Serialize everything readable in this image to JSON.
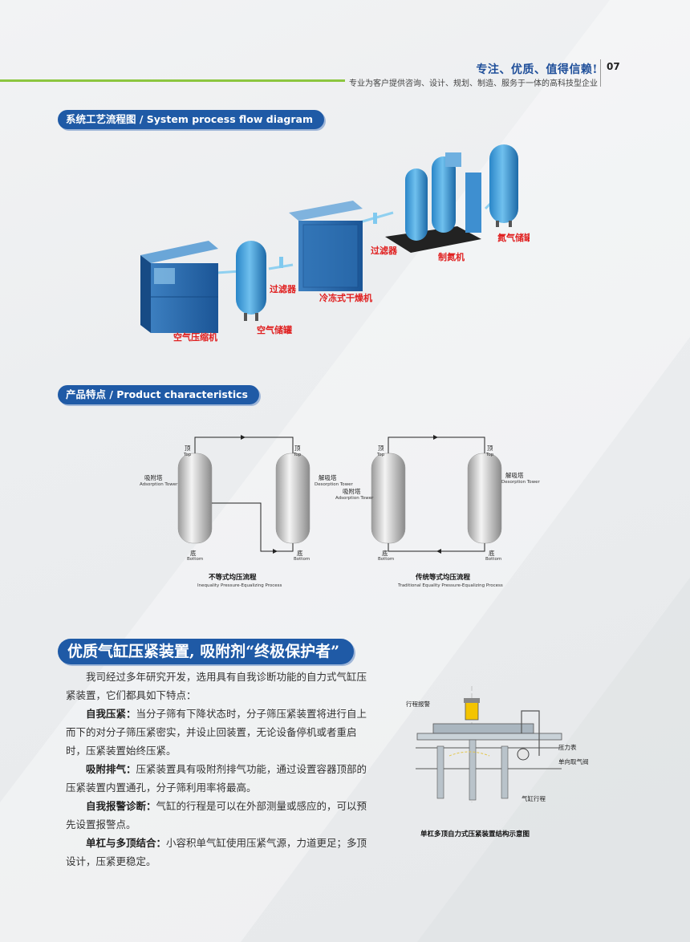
{
  "header": {
    "slogan": "专注、优质、值得信赖!",
    "subtitle": "专业为客户提供咨询、设计、规划、制造、服务于一体的高科技型企业",
    "page_number": "07"
  },
  "section1": {
    "title": "系统工艺流程图 / System process flow diagram",
    "labels": {
      "air_compressor": "空气压缩机",
      "air_tank": "空气储罐",
      "filter1": "过滤器",
      "dryer": "冷冻式干燥机",
      "filter2": "过滤器",
      "nitrogen_generator": "制氮机",
      "nitrogen_tank": "氮气储罐"
    }
  },
  "section2": {
    "title": "产品特点 / Product characteristics",
    "left": {
      "top1_cn": "顶",
      "top1_en": "Top",
      "top2_cn": "顶",
      "top2_en": "Top",
      "adsorption_cn": "吸附塔",
      "adsorption_en": "Adsorption Tower",
      "desorption_cn": "解吸塔",
      "desorption_en": "Desorption Tower",
      "bottom1_cn": "底",
      "bottom1_en": "Bottom",
      "bottom2_cn": "底",
      "bottom2_en": "Bottom",
      "caption_cn": "不等式均压流程",
      "caption_en": "Inequality Pressure-Equalizing Process"
    },
    "right": {
      "top1_cn": "顶",
      "top1_en": "Top",
      "top2_cn": "顶",
      "top2_en": "Top",
      "adsorption_cn": "吸附塔",
      "adsorption_en": "Adsorption Tower",
      "desorption_cn": "解吸塔",
      "desorption_en": "Desorption Tower",
      "bottom1_cn": "底",
      "bottom1_en": "Bottom",
      "bottom2_cn": "底",
      "bottom2_en": "Bottom",
      "caption_cn": "传统等式均压流程",
      "caption_en": "Traditional Equality Pressure-Equalizing Process"
    }
  },
  "section3": {
    "title": "优质气缸压紧装置, 吸附剂“终极保护者”",
    "intro": "我司经过多年研究开发，选用具有自我诊断功能的自力式气缸压紧装置，它们都具如下特点：",
    "features": [
      {
        "title": "自我压紧：",
        "text": "当分子筛有下降状态时，分子筛压紧装置将进行自上而下的对分子筛压紧密实，并设止回装置，无论设备停机或者重启时，压紧装置始终压紧。"
      },
      {
        "title": "吸附排气：",
        "text": "压紧装置具有吸附剂排气功能，通过设置容器顶部的压紧装置内置通孔，分子筛利用率将最高。"
      },
      {
        "title": "自我报警诊断：",
        "text": "气缸的行程是可以在外部测量或感应的，可以预先设置报警点。"
      },
      {
        "title": "单杠与多顶结合：",
        "text": "小容积单气缸使用压紧气源，力道更足；多顶设计，压紧更稳定。"
      }
    ],
    "diagram": {
      "label_alarm": "行程报警",
      "label_gauge": "压力表",
      "label_valve": "单向取气阀",
      "label_stroke": "气缸行程",
      "caption": "单杠多顶自力式压紧装置结构示意图"
    }
  },
  "colors": {
    "primary_blue": "#1f5aa6",
    "accent_green": "#8cc63f",
    "label_red": "#e02020"
  }
}
